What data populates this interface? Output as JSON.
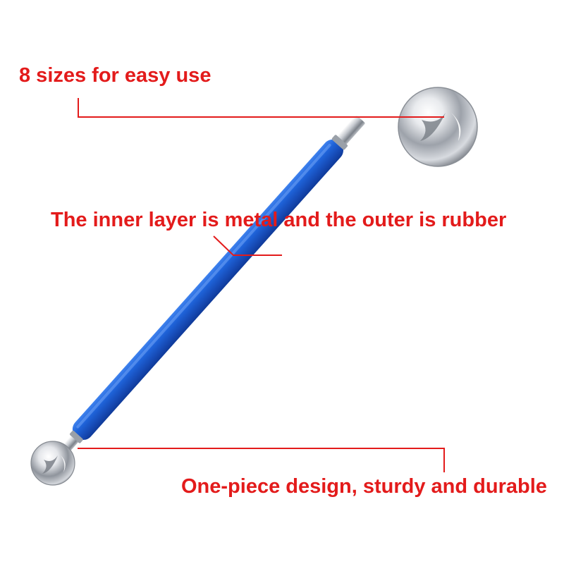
{
  "callouts": [
    {
      "text": "8 sizes for easy use"
    },
    {
      "text": "The inner layer is metal and the outer is rubber"
    },
    {
      "text": "One-piece design, sturdy and durable"
    }
  ],
  "colors": {
    "callout_text": "#e31b1b",
    "leader_line": "#e31b1b",
    "handle_sleeve": "#1e62d8",
    "metal_ball": "#c9ccd2",
    "background": "#ffffff"
  },
  "product": {
    "parts": [
      "large-steel-ball-end",
      "metal-shaft",
      "blue-rubber-sleeve",
      "small-steel-ball-end"
    ]
  }
}
